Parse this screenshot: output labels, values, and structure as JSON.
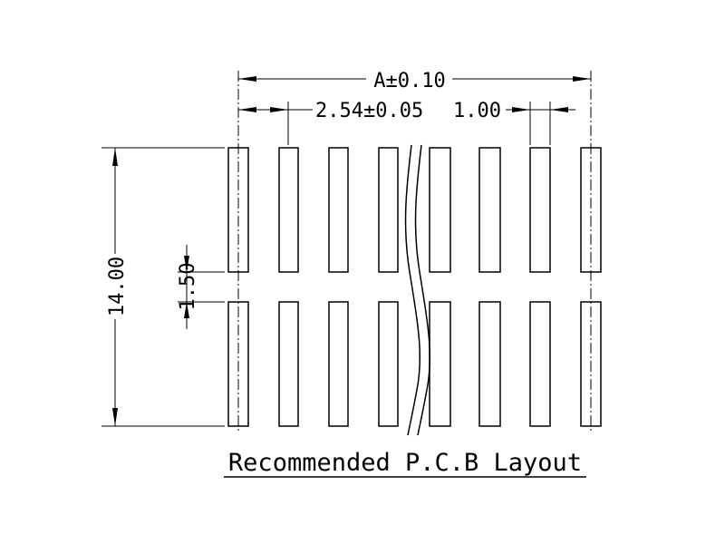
{
  "dimensions": {
    "total_width": "A±0.10",
    "pitch": "2.54±0.05",
    "pad_width": "1.00",
    "total_height": "14.00",
    "row_gap": "1.50"
  },
  "caption": "Recommended P.C.B Layout"
}
